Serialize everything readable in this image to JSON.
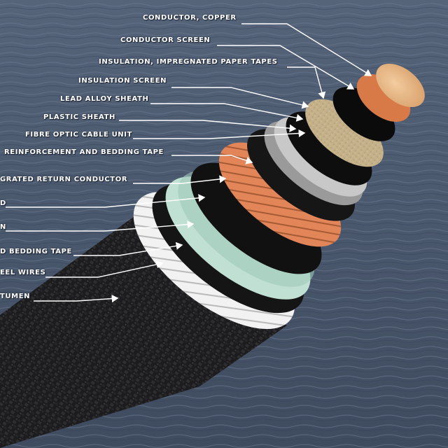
{
  "diagram": {
    "labels": [
      {
        "id": "conductor-copper",
        "text": "CONDUCTOR, COPPER"
      },
      {
        "id": "conductor-screen",
        "text": "CONDUCTOR SCREEN"
      },
      {
        "id": "insulation-impregnated-paper-tapes",
        "text": "INSULATION, IMPREGNATED PAPER TAPES"
      },
      {
        "id": "insulation-screen",
        "text": "INSULATION SCREEN"
      },
      {
        "id": "lead-alloy-sheath",
        "text": "LEAD ALLOY SHEATH"
      },
      {
        "id": "plastic-sheath",
        "text": "PLASTIC SHEATH"
      },
      {
        "id": "fibre-optic-cable-unit",
        "text": "FIBRE OPTIC CABLE UNIT"
      },
      {
        "id": "reinforcement-and-bedding-tape",
        "text": "REINFORCEMENT AND BEDDING TAPE"
      },
      {
        "id": "integrated-return-conductor",
        "text": "GRATED RETURN CONDUCTOR"
      },
      {
        "id": "label-cut-1",
        "text": "D"
      },
      {
        "id": "label-cut-2",
        "text": "N"
      },
      {
        "id": "bedding-tape",
        "text": "D BEDDING TAPE"
      },
      {
        "id": "steel-wires",
        "text": "EEL WIRES"
      },
      {
        "id": "bitumen",
        "text": "TUMEN"
      }
    ]
  }
}
